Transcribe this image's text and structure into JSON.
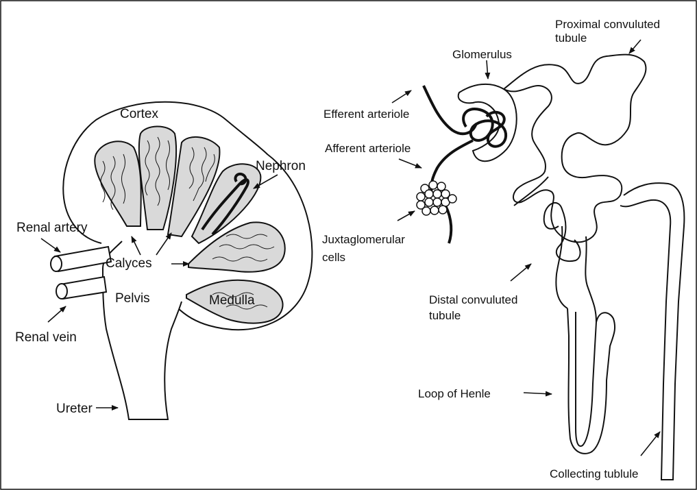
{
  "figure": {
    "left": {
      "cortex": "Cortex",
      "nephron": "Nephron",
      "renal_artery": "Renal artery",
      "calyces": "Calyces",
      "pelvis": "Pelvis",
      "medulla": "Medulla",
      "renal_vein": "Renal vein",
      "ureter": "Ureter"
    },
    "right": {
      "proximal_line1": "Proximal convuluted",
      "proximal_line2": "tubule",
      "glomerulus": "Glomerulus",
      "efferent": "Efferent arteriole",
      "afferent": "Afferent arteriole",
      "juxta_line1": "Juxtaglomerular",
      "juxta_line2": "cells",
      "distal_line1": "Distal convuluted",
      "distal_line2": "tubule",
      "loop": "Loop of Henle",
      "collecting": "Collecting tublule"
    }
  },
  "colors": {
    "line": "#111111",
    "pyramid_fill": "#d9d9d9",
    "background": "#ffffff"
  }
}
